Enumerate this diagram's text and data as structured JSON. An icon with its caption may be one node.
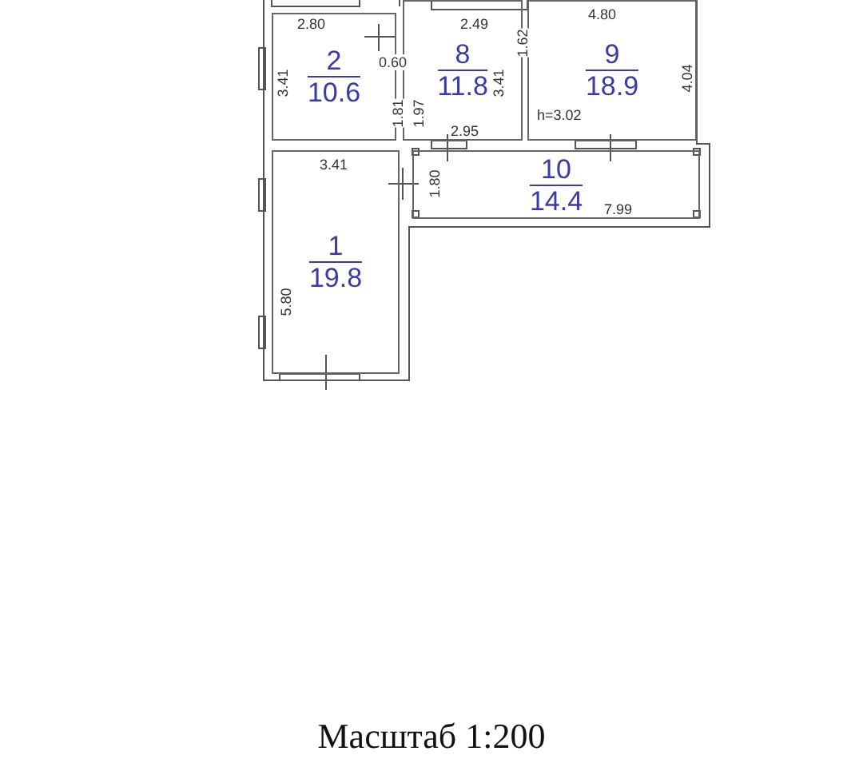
{
  "diagram": {
    "caption": "Масштаб 1:200",
    "nodes": [
      {
        "text": [
          "2",
          "10.6"
        ]
      },
      {
        "text": [
          "8",
          "11.8"
        ]
      },
      {
        "text": [
          "9",
          "18.9"
        ]
      },
      {
        "text": [
          "10",
          "14.4"
        ]
      },
      {
        "text": [
          "1",
          "19.8"
        ]
      }
    ],
    "edges": [],
    "labels": [
      "4.80",
      "2.80",
      "2.49",
      "1.62",
      "0.60",
      "3.41",
      "1.81",
      "1.97",
      "3.41",
      "4.04",
      "h=3.02",
      "2.95",
      "3.41",
      "1.80",
      "7.99",
      "5.80"
    ]
  }
}
